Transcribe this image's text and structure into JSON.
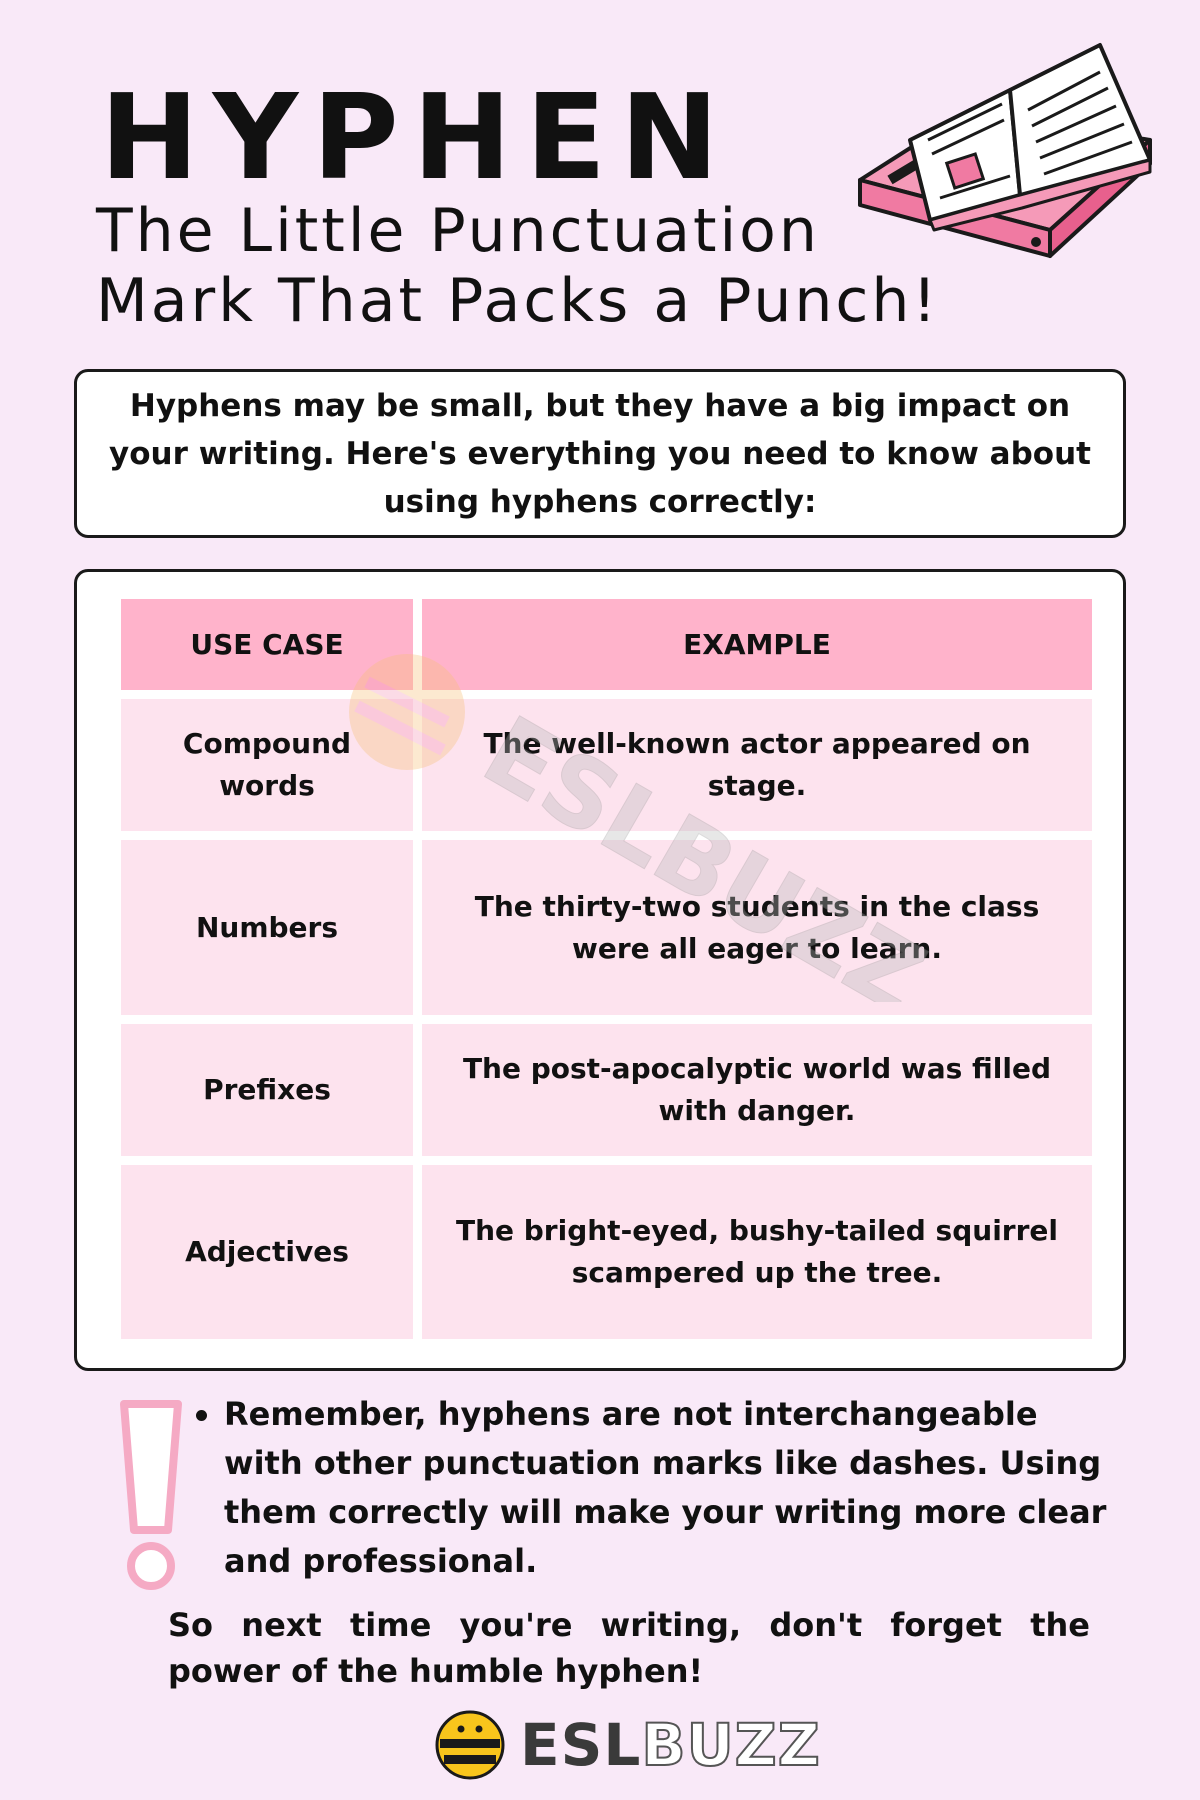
{
  "header": {
    "title": "HYPHEN",
    "subtitle_line1": "The Little Punctuation",
    "subtitle_line2": "Mark That Packs a Punch!",
    "illustration": "open-book-icon"
  },
  "intro": {
    "text": "Hyphens may be small, but they have a big impact on your writing. Here's everything you need to know about using hyphens correctly:"
  },
  "table": {
    "headers": [
      "USE CASE",
      "EXAMPLE"
    ],
    "rows": [
      {
        "use_case": "Compound words",
        "example": "The well-known actor appeared on stage."
      },
      {
        "use_case": "Numbers",
        "example": "The thirty-two students in the class were all eager to learn."
      },
      {
        "use_case": "Prefixes",
        "example": "The post-apocalyptic world was filled with danger."
      },
      {
        "use_case": "Adjectives",
        "example": "The bright-eyed, bushy-tailed squirrel scampered up the tree."
      }
    ],
    "watermark": "ESLBUZZ"
  },
  "notes": {
    "icon": "exclamation-icon",
    "bullet": "Remember, hyphens are not interchangeable with other punctuation marks like dashes. Using them correctly will make your writing more clear and professional.",
    "closing": "So next time you're writing, don't forget the power of the humble hyphen!"
  },
  "footer": {
    "logo_part1": "ESL",
    "logo_part2": "BUZZ",
    "icon": "bee-icon"
  },
  "colors": {
    "background": "#f9e9f8",
    "header_cell": "#ffb3cb",
    "body_cell": "#fde3ee",
    "accent_pink": "#f28db0"
  }
}
